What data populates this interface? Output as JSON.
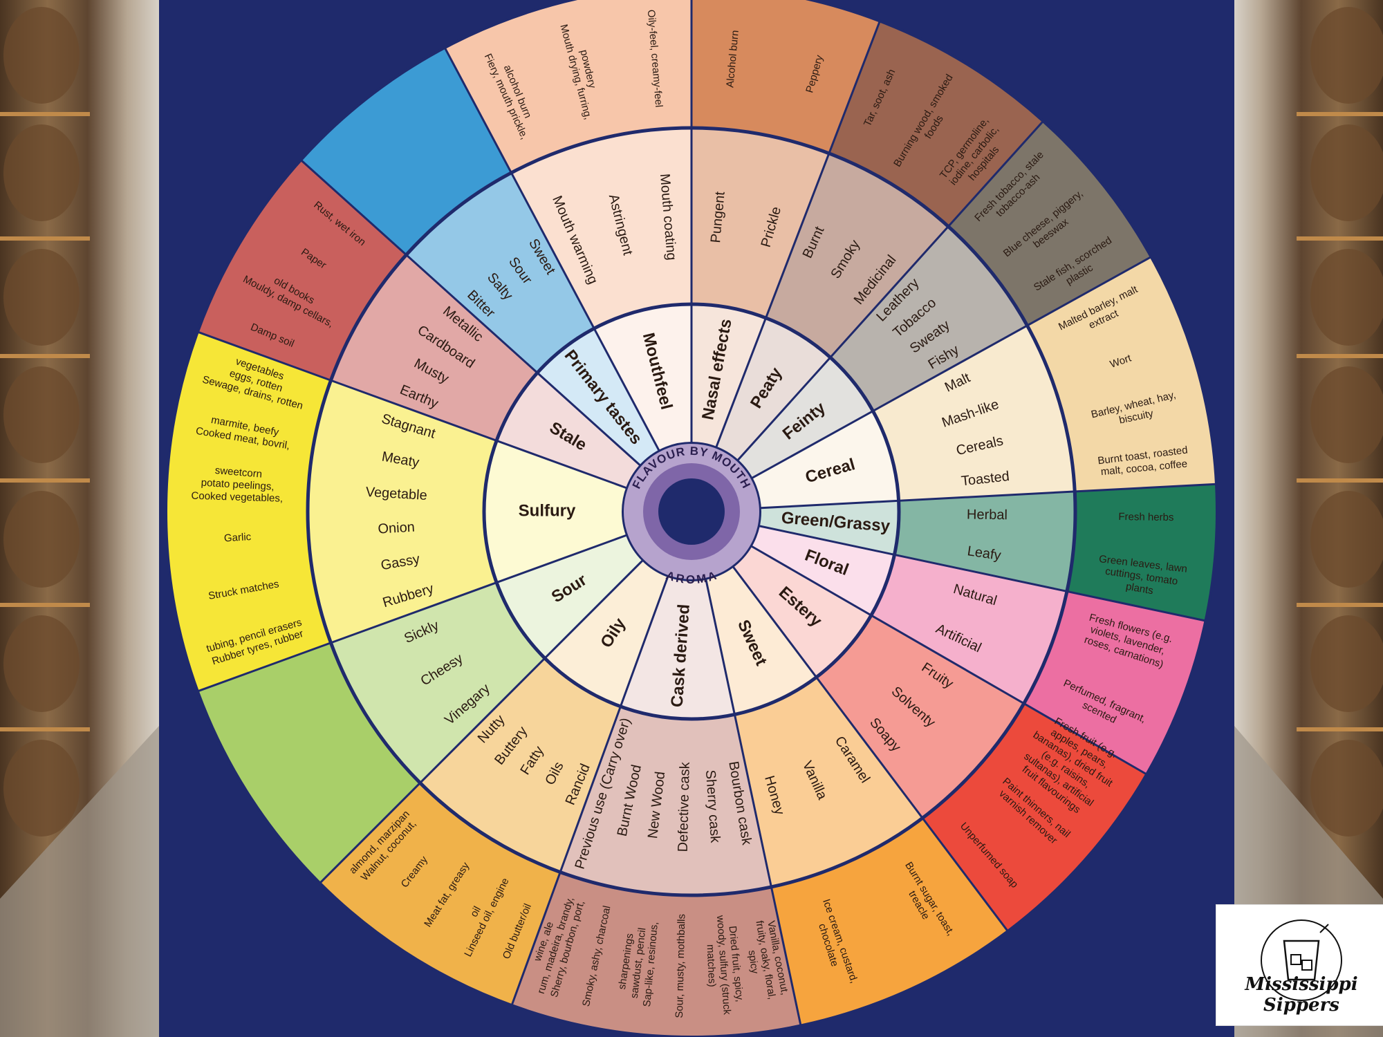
{
  "center_labels": {
    "top": "FLAVOUR BY MOUTH",
    "bottom": "AROMA"
  },
  "logo": {
    "text": "Mississippi Sippers",
    "icon": "whisky-glass-icon"
  },
  "colors": {
    "background": "#1f2a6c",
    "ring_lines": "#1f2a6c"
  },
  "segments": [
    {
      "name": "Mouthfeel",
      "color": "#f7c6aa",
      "mid": [
        "Mouth warming",
        "Astringent",
        "Mouth coating"
      ],
      "outer": [
        "Fiery, mouth prickle, alcohol burn",
        "Mouth drying, furring, powdery",
        "Oily-feel, creamy-feel"
      ]
    },
    {
      "name": "Primary tastes",
      "color": "#3c9bd4",
      "mid": [
        "Bitter",
        "Salty",
        "Sour",
        "Sweet"
      ],
      "outer": []
    },
    {
      "name": "Stale",
      "color": "#c9605d",
      "mid": [
        "Earthy",
        "Musty",
        "Cardboard",
        "Metallic"
      ],
      "outer": [
        "Damp soil",
        "Mouldy, damp cellars, old books",
        "Paper",
        "Rust, wet iron"
      ]
    },
    {
      "name": "Sulfury",
      "color": "#f6e637",
      "mid": [
        "Rubbery",
        "Gassy",
        "Onion",
        "Vegetable",
        "Meaty",
        "Stagnant"
      ],
      "outer": [
        "Rubber tyres, rubber tubing, pencil erasers",
        "Struck matches",
        "Garlic",
        "Cooked vegetables, potato peelings, sweetcorn",
        "Cooked meat, bovril, marmite, beefy",
        "Sewage, drains, rotten eggs, rotten vegetables"
      ]
    },
    {
      "name": "Sour",
      "color": "#a9cf69",
      "mid": [
        "Vinegary",
        "Cheesy",
        "Sickly"
      ],
      "outer": []
    },
    {
      "name": "Oily",
      "color": "#f0b24a",
      "mid": [
        "Rancid",
        "Oils",
        "Fatty",
        "Buttery",
        "Nutty"
      ],
      "outer": [
        "Old butter/oil",
        "Linseed oil, engine oil",
        "Meat fat, greasy",
        "Creamy",
        "Walnut, coconut, almond, marzipan"
      ]
    },
    {
      "name": "Cask derived",
      "color": "#c98f84",
      "mid": [
        "Bourbon cask",
        "Sherry cask",
        "Defective cask",
        "New Wood",
        "Burnt Wood",
        "Previous use (Carry over)"
      ],
      "outer": [
        "Vanilla, coconut, fruity, oaky, floral, spicy",
        "Dried fruit, spicy, woody, sulfury (struck matches)",
        "Sour, musty, mothballs",
        "Sap-like, resinous, sawdust, pencil sharpenings",
        "Smoky, ashy, charcoal",
        "Sherry, bourbon, port, rum, madeira, brandy, wine, ale"
      ]
    },
    {
      "name": "Sweet",
      "color": "#f6a43e",
      "mid": [
        "Caramel",
        "Vanilla",
        "Honey"
      ],
      "outer": [
        "Burnt sugar, toast, treacle",
        "Ice cream, custard, chocolate"
      ]
    },
    {
      "name": "Estery",
      "color": "#ec4a3c",
      "mid": [
        "Fruity",
        "Solventy",
        "Soapy"
      ],
      "outer": [
        "Fresh fruit (e.g. apples, pears, bananas), dried fruit (e.g. raisins, sultanas), artificial fruit flavourings",
        "Paint thinners, nail varnish remover",
        "Unperfumed soap"
      ]
    },
    {
      "name": "Floral",
      "color": "#ec6fa2",
      "mid": [
        "Natural",
        "Artificial"
      ],
      "outer": [
        "Fresh flowers (e.g. violets, lavender, roses, carnations)",
        "Perfumed, fragrant, scented"
      ]
    },
    {
      "name": "Green/Grassy",
      "color": "#1f7b5a",
      "mid": [
        "Herbal",
        "Leafy"
      ],
      "outer": [
        "Fresh herbs",
        "Green leaves, lawn cuttings, tomato plants"
      ]
    },
    {
      "name": "Cereal",
      "color": "#f3d8a7",
      "mid": [
        "Malt",
        "Mash-like",
        "Cereals",
        "Toasted"
      ],
      "outer": [
        "Malted barley, malt extract",
        "Wort",
        "Barley, wheat, hay, biscuity",
        "Burnt toast, roasted malt, cocoa, coffee"
      ]
    },
    {
      "name": "Feinty",
      "color": "#7d7569",
      "mid": [
        "Leathery",
        "Tobacco",
        "Sweaty",
        "Fishy"
      ],
      "outer": [
        "Fresh tobacco, stale tobacco-ash",
        "Blue cheese, piggery, beeswax",
        "Stale fish, scorched plastic"
      ]
    },
    {
      "name": "Peaty",
      "color": "#9a6450",
      "mid": [
        "Burnt",
        "Smoky",
        "Medicinal"
      ],
      "outer": [
        "Tar, soot, ash",
        "Burning wood, smoked foods",
        "TCP, germoline, iodine, carbolic, hospitals"
      ]
    },
    {
      "name": "Nasal effects",
      "color": "#d78a5d",
      "mid": [
        "Pungent",
        "Prickle"
      ],
      "outer": [
        "Alcohol burn",
        "Peppery"
      ]
    }
  ]
}
